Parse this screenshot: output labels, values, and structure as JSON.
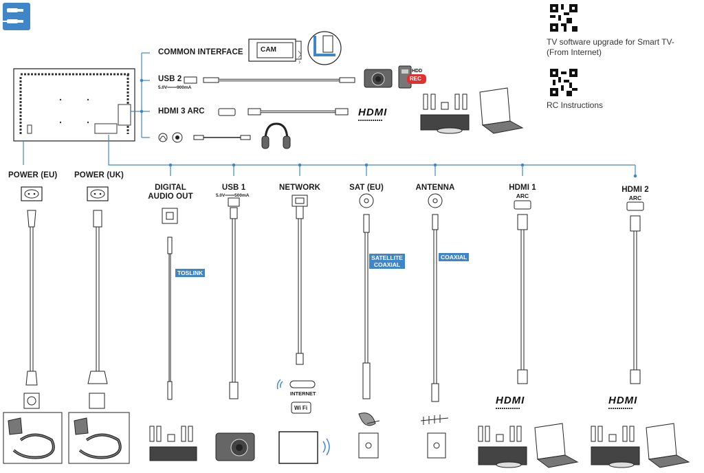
{
  "top_ports": {
    "common_interface": "COMMON INTERFACE",
    "cam": "CAM",
    "usb2": "USB 2",
    "usb2_spec": "5.0V═══900mA",
    "hdmi3": "HDMI 3 ARC",
    "hdd": "HDD",
    "rec": "REC"
  },
  "side_info": {
    "upgrade": "TV software upgrade for Smart TV- (From Internet)",
    "rc": "RC Instructions"
  },
  "bottom_ports": {
    "power_eu": "POWER (EU)",
    "power_uk": "POWER (UK)",
    "digital_audio": "DIGITAL\nAUDIO OUT",
    "usb1": "USB 1",
    "usb1_spec": "5.0V═══500mA",
    "network": "NETWORK",
    "sat": "SAT (EU)",
    "antenna": "ANTENNA",
    "hdmi1": "HDMI 1",
    "hdmi1_sub": "ARC",
    "hdmi2": "HDMI 2",
    "hdmi2_sub": "ARC"
  },
  "cable_tags": {
    "toslink": "TOSLINK",
    "satellite": "SATELLITE COAXIAL",
    "coaxial": "COAXIAL"
  },
  "misc": {
    "internet": "INTERNET",
    "wifi": "Wi Fi",
    "hdmi_logo": "HDMI"
  },
  "colors": {
    "accent": "#3f86c8",
    "line": "#3f86c8",
    "ink": "#1a1a1a"
  }
}
